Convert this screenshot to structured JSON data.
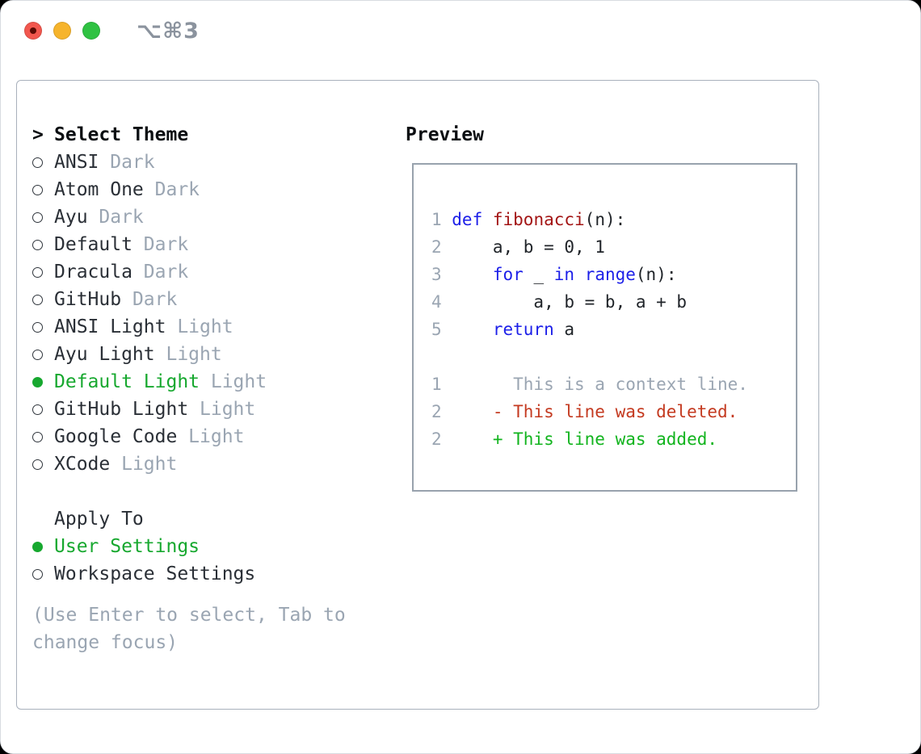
{
  "window": {
    "title": "⌥⌘3",
    "traffic_lights": [
      "close",
      "minimize",
      "zoom"
    ]
  },
  "colors": {
    "accent_green": "#17a82f",
    "muted_gray": "#9aa5b2",
    "panel_border": "#a9b1bc",
    "preview_border": "#98a2ad",
    "traffic_red": "#f2574e",
    "traffic_yellow": "#f6b42c",
    "traffic_green": "#2fc242"
  },
  "theme_picker": {
    "cursor": ">",
    "header": "Select Theme",
    "items": [
      {
        "label": "ANSI",
        "tag": "Dark",
        "selected": false
      },
      {
        "label": "Atom One",
        "tag": "Dark",
        "selected": false
      },
      {
        "label": "Ayu",
        "tag": "Dark",
        "selected": false
      },
      {
        "label": "Default",
        "tag": "Dark",
        "selected": false
      },
      {
        "label": "Dracula",
        "tag": "Dark",
        "selected": false
      },
      {
        "label": "GitHub",
        "tag": "Dark",
        "selected": false
      },
      {
        "label": "ANSI Light",
        "tag": "Light",
        "selected": false
      },
      {
        "label": "Ayu Light",
        "tag": "Light",
        "selected": false
      },
      {
        "label": "Default Light",
        "tag": "Light",
        "selected": true
      },
      {
        "label": "GitHub Light",
        "tag": "Light",
        "selected": false
      },
      {
        "label": "Google Code",
        "tag": "Light",
        "selected": false
      },
      {
        "label": "XCode",
        "tag": "Light",
        "selected": false
      }
    ],
    "apply_to": {
      "header": "Apply To",
      "options": [
        {
          "label": "User Settings",
          "selected": true
        },
        {
          "label": "Workspace Settings",
          "selected": false
        }
      ]
    },
    "hint": "(Use Enter to select, Tab to\nchange focus)"
  },
  "preview": {
    "header": "Preview",
    "syntax_colors": {
      "keyword": "#1c1fe8",
      "function": "#a31515",
      "line_number": "#9aa5b2",
      "context": "#9aa5b2",
      "deleted": "#c43a20",
      "added": "#12b41e"
    },
    "lines": [
      {
        "num": "1",
        "segments": [
          {
            "c": "kw",
            "t": "def"
          },
          {
            "c": "pl",
            "t": " "
          },
          {
            "c": "fn",
            "t": "fibonacci"
          },
          {
            "c": "pl",
            "t": "(n):"
          }
        ]
      },
      {
        "num": "2",
        "segments": [
          {
            "c": "pl",
            "t": "    a, b = 0, 1"
          }
        ]
      },
      {
        "num": "3",
        "segments": [
          {
            "c": "pl",
            "t": "    "
          },
          {
            "c": "kw",
            "t": "for"
          },
          {
            "c": "pl",
            "t": " _ "
          },
          {
            "c": "kw",
            "t": "in"
          },
          {
            "c": "pl",
            "t": " "
          },
          {
            "c": "kw",
            "t": "range"
          },
          {
            "c": "pl",
            "t": "(n):"
          }
        ]
      },
      {
        "num": "4",
        "segments": [
          {
            "c": "pl",
            "t": "        a, b = b, a + b"
          }
        ]
      },
      {
        "num": "5",
        "segments": [
          {
            "c": "pl",
            "t": "    "
          },
          {
            "c": "kw",
            "t": "return"
          },
          {
            "c": "pl",
            "t": " a"
          }
        ]
      },
      {
        "num": "",
        "segments": []
      },
      {
        "num": "1",
        "segments": [
          {
            "c": "ctx",
            "t": "      This is a context line."
          }
        ]
      },
      {
        "num": "2",
        "segments": [
          {
            "c": "del",
            "t": "    - This line was deleted."
          }
        ]
      },
      {
        "num": "2",
        "segments": [
          {
            "c": "add",
            "t": "    + This line was added."
          }
        ]
      }
    ]
  }
}
